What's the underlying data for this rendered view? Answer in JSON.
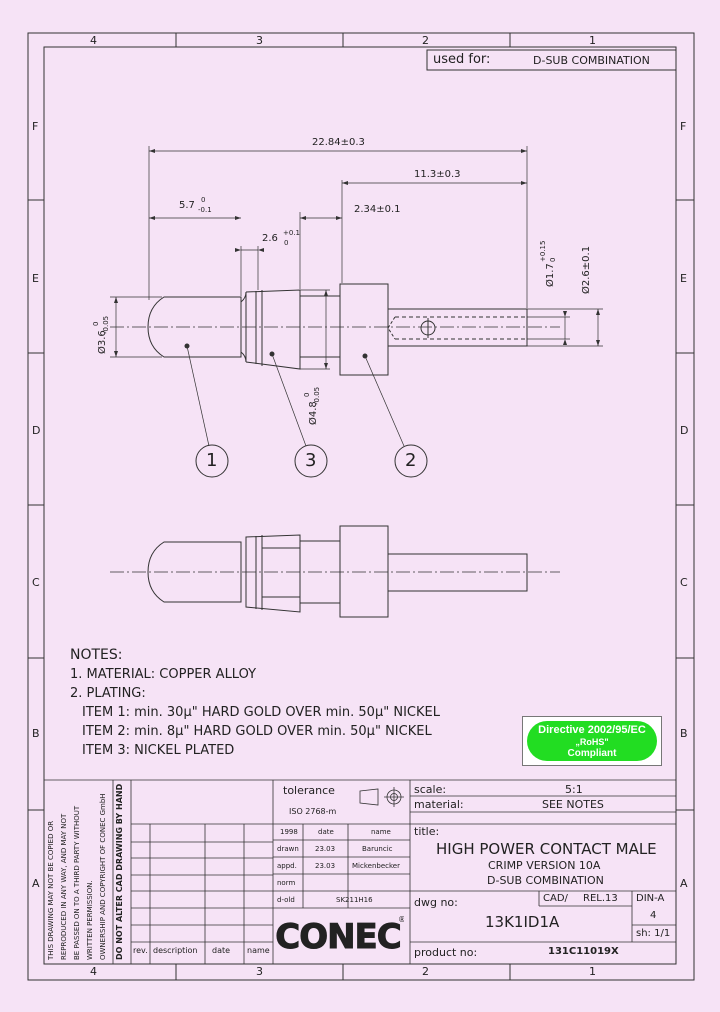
{
  "zones": {
    "top": [
      "4",
      "3",
      "2",
      "1"
    ],
    "bottom": [
      "4",
      "3",
      "2",
      "1"
    ],
    "left": [
      "F",
      "E",
      "D",
      "C",
      "B",
      "A"
    ],
    "right": [
      "F",
      "E",
      "D",
      "C",
      "B",
      "A"
    ]
  },
  "used_for": {
    "label": "used for:",
    "value": "D-SUB COMBINATION"
  },
  "dimensions": {
    "overall_length": "22.84±0.3",
    "length_11": "11.3±0.3",
    "length_5_7": "5.7",
    "length_5_7_tol_up": "0",
    "length_5_7_tol_low": "-0.1",
    "length_2_34": "2.34±0.1",
    "length_2_6": "2.6",
    "length_2_6_tol_up": "+0.1",
    "length_2_6_tol_low": "0",
    "dia_3_6": "Ø3.6",
    "dia_3_6_tol_up": "0",
    "dia_3_6_tol_low": "-0.05",
    "dia_4_8": "Ø4.8",
    "dia_4_8_tol_up": "0",
    "dia_4_8_tol_low": "-0.05",
    "dia_1_7": "Ø1.7",
    "dia_1_7_tol_up": "+0.15",
    "dia_1_7_tol_low": "0",
    "dia_2_6": "Ø2.6±0.1"
  },
  "balloons": [
    "1",
    "3",
    "2"
  ],
  "notes": {
    "title": "NOTES:",
    "lines": [
      "1. MATERIAL: COPPER ALLOY",
      "2. PLATING:",
      "ITEM 1: min. 30µ\" HARD GOLD OVER min. 50µ\" NICKEL",
      "ITEM 2: min.  8µ\" HARD GOLD OVER min. 50µ\" NICKEL",
      "ITEM 3: NICKEL PLATED"
    ]
  },
  "rohs": {
    "line1": "Directive 2002/95/EC",
    "line2": "„RoHS\"",
    "line3": "Compliant"
  },
  "side_text": {
    "copyright": [
      "THIS DRAWING MAY NOT BE COPIED OR",
      "REPRODUCED IN ANY WAY, AND MAY NOT",
      "BE PASSED ON TO A THIRD PARTY WITHOUT",
      "WRITTEN PERMISSION.",
      "OWNERSHIP AND COPYRIGHT OF CONEC GmbH"
    ],
    "warning": "DO NOT ALTER CAD DRAWING BY HAND"
  },
  "revision_header": {
    "rev": "rev.",
    "description": "description",
    "date": "date",
    "name": "name"
  },
  "tolerance": {
    "label": "tolerance",
    "standard": "ISO 2768-m"
  },
  "approval": {
    "year": "1998",
    "date_h": "date",
    "name_h": "name",
    "drawn": "drawn",
    "drawn_date": "23.03",
    "drawn_name": "Baruncic",
    "appd": "appd.",
    "appd_date": "23.03",
    "appd_name": "Mickenbecker",
    "norm": "norm",
    "d_old": "d-old",
    "d_old_value": "SK211H16"
  },
  "title_block": {
    "scale_label": "scale:",
    "scale": "5:1",
    "material_label": "material:",
    "material": "SEE NOTES",
    "title_label": "title:",
    "title_line1": "HIGH POWER CONTACT MALE",
    "title_line2": "CRIMP VERSION  10A",
    "title_line3": "D-SUB COMBINATION",
    "dwg_label": "dwg no:",
    "dwg_no": "13K1ID1A",
    "cad": "CAD/",
    "rel": "REL.13",
    "din": "DIN-A",
    "size": "4",
    "sheet": "sh: 1/1",
    "product_label": "product no:",
    "product_no": "131C11019X"
  },
  "logo": "CONEC"
}
